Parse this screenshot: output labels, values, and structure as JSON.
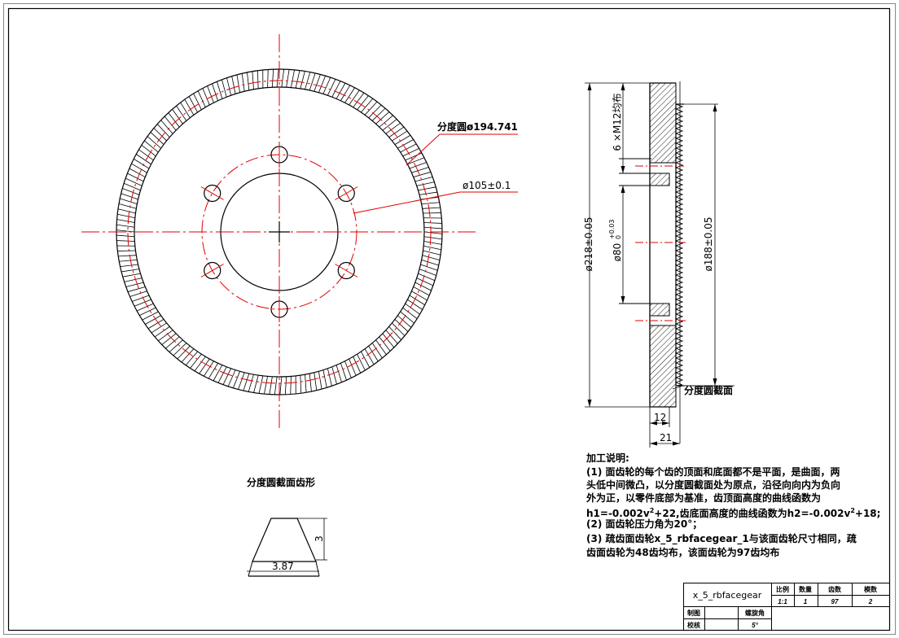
{
  "face_view": {
    "pitch_circle_label": "分度圆ø194.741",
    "bolt_circle_label": "ø105±0.1"
  },
  "side_view": {
    "holes_label": "6 ×M12均布",
    "outer_dia": "ø218±0.05",
    "bore_dia": "ø80",
    "bore_tol_upper": "+0.03",
    "bore_tol_lower": "0",
    "tooth_dia": "ø188±0.05",
    "section_label": "分度圆截面",
    "width_12": "12",
    "width_21": "21"
  },
  "tooth_section": {
    "title": "分度圆截面齿形",
    "height": "3",
    "width": "3.87"
  },
  "notes": {
    "heading": "加工说明:",
    "line1": "(1) 面齿轮的每个齿的顶面和底面都不是平面，是曲面，两",
    "line2": "头低中间微凸，以分度圆截面处为原点，沿径向向内为负向",
    "line3": "外为正，以零件底部为基准，齿顶面高度的曲线函数为",
    "line4a": "h1=-0.002v",
    "line4b": "+22,齿底面高度的曲线函数为h2=-0.002v",
    "line4c": "+18;",
    "sup": "2",
    "line5": "(2) 面齿轮压力角为20°；",
    "line6": "(3) 疏齿面齿轮x_5_rbfacegear_1与该面齿轮尺寸相同，疏",
    "line7": "齿面齿轮为48齿均布，该面齿轮为97齿均布"
  },
  "title_block": {
    "part_name": "x_5_rbfacegear",
    "h_scale": "比例",
    "h_qty": "数量",
    "h_teeth": "齿数",
    "h_module": "模数",
    "v_scale": "1:1",
    "v_qty": "1",
    "v_teeth": "97",
    "v_module": "2",
    "drawn_label": "制图",
    "checked_label": "校核",
    "helix_label": "螺旋角",
    "helix_value": "5°"
  }
}
